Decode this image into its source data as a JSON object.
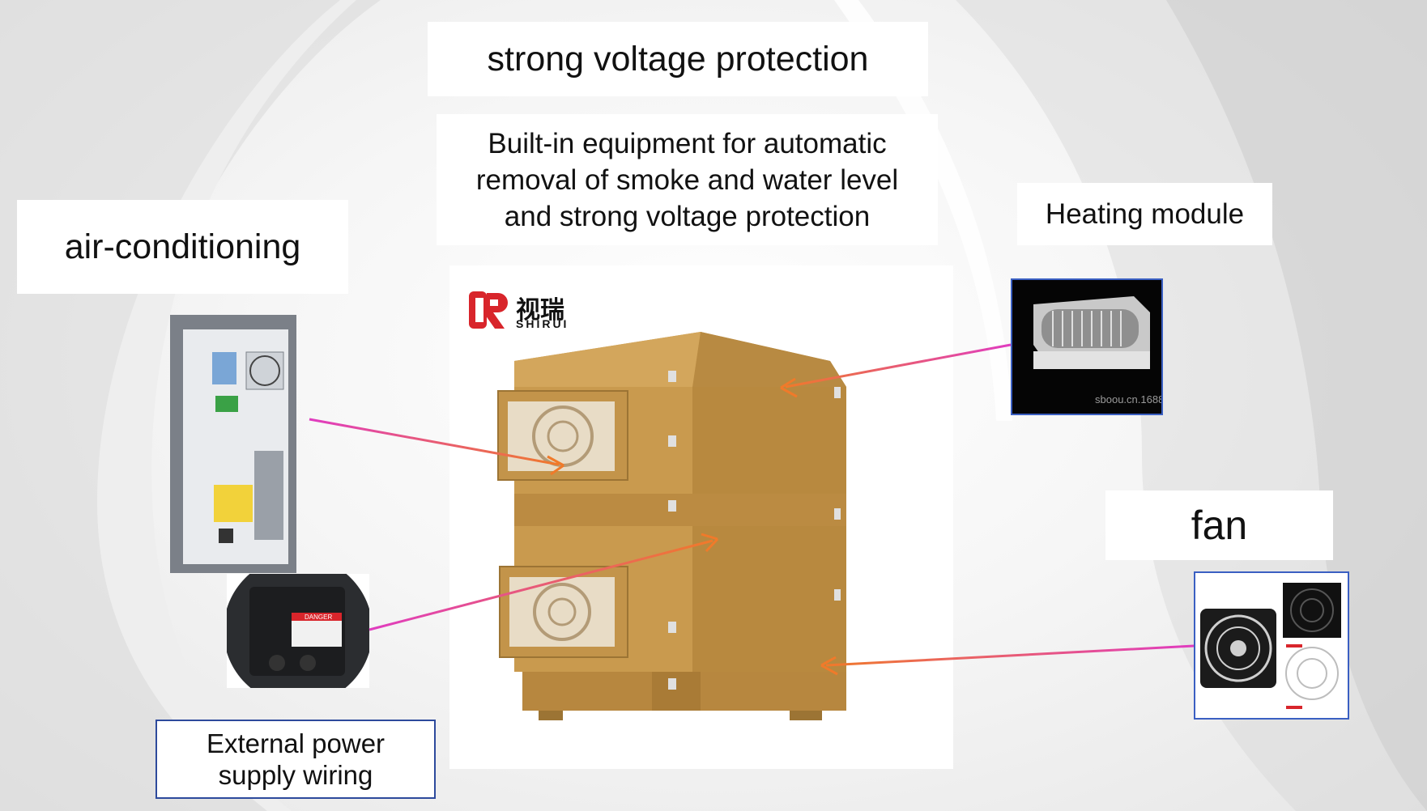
{
  "slide": {
    "title": "strong voltage protection",
    "subtitle": "Built-in equipment for automatic removal of smoke and water level and strong voltage protection",
    "labels": {
      "air_conditioning": "air-conditioning",
      "heating_module": "Heating module",
      "fan": "fan",
      "external_power": "External power supply wiring"
    },
    "brand": {
      "name_cn": "视瑞",
      "name_en": "SHIRUI"
    },
    "photo_texts": {
      "danger": "DANGER",
      "watermark": "sboou.cn.1688"
    },
    "colors": {
      "cabinet": "#c99a4e",
      "arrow_start": "#e03cc0",
      "arrow_end": "#f07a2a",
      "brand_red": "#d8252b",
      "frame_blue": "#3a5fc2"
    }
  }
}
